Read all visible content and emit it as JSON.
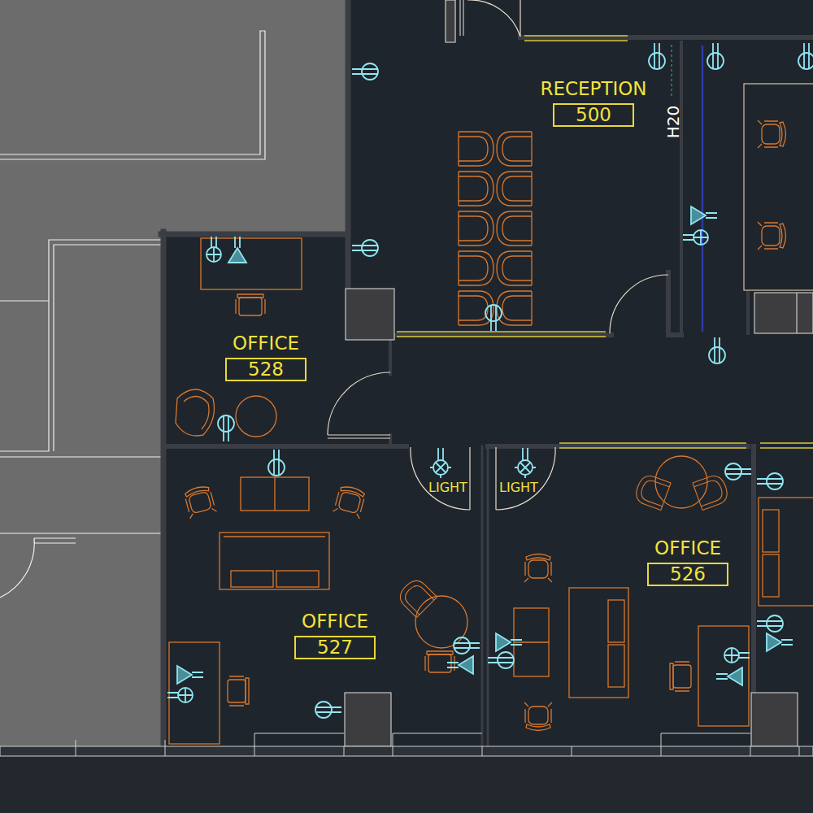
{
  "diagram": {
    "nodes": [
      {
        "text": [
          "RECEPTION",
          "500"
        ]
      },
      {
        "text": [
          "OFFICE",
          "528"
        ]
      },
      {
        "text": [
          "OFFICE",
          "526"
        ]
      },
      {
        "text": [
          "OFFICE",
          "527"
        ]
      }
    ],
    "labels": [
      "H20",
      "LIGHT",
      "LIGHT"
    ]
  }
}
